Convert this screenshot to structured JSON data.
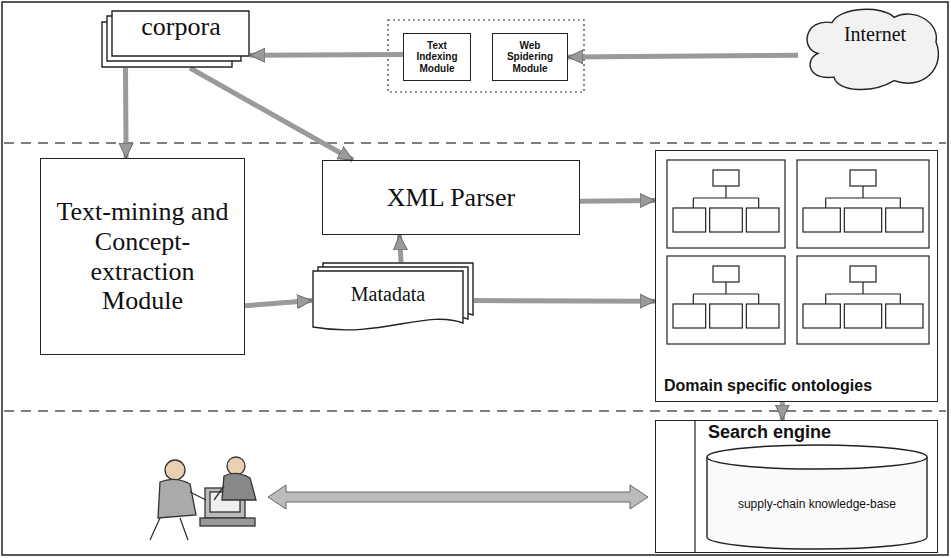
{
  "diagram": {
    "nodes": [
      {
        "text": [
          "corpora"
        ]
      },
      {
        "text": [
          "Text Indexing Module"
        ]
      },
      {
        "text": [
          "Web Spidering Module"
        ]
      },
      {
        "text": [
          "Internet"
        ]
      },
      {
        "text": [
          "Text-mining and Concept-extraction Module"
        ]
      },
      {
        "text": [
          "XML Parser"
        ]
      },
      {
        "text": [
          "Matadata"
        ]
      },
      {
        "text": [
          "Domain specific ontologies"
        ]
      },
      {
        "text": [
          "Search engine"
        ]
      },
      {
        "text": [
          "supply-chain knowledge-base"
        ],
        "in": 8
      }
    ],
    "edges": [
      {
        "from": 3,
        "to": 2,
        "arrow": "to"
      },
      {
        "from": 1,
        "to": 0,
        "arrow": "to"
      },
      {
        "from": 0,
        "to": 4,
        "arrow": "to"
      },
      {
        "from": 0,
        "to": 5,
        "arrow": "to"
      },
      {
        "from": 4,
        "to": 6,
        "arrow": "to"
      },
      {
        "from": 6,
        "to": 5,
        "arrow": "to"
      },
      {
        "from": 5,
        "to": 7,
        "arrow": "to"
      },
      {
        "from": 6,
        "to": 7,
        "arrow": "to"
      },
      {
        "from": 7,
        "to": 8,
        "arrow": "to"
      }
    ]
  }
}
